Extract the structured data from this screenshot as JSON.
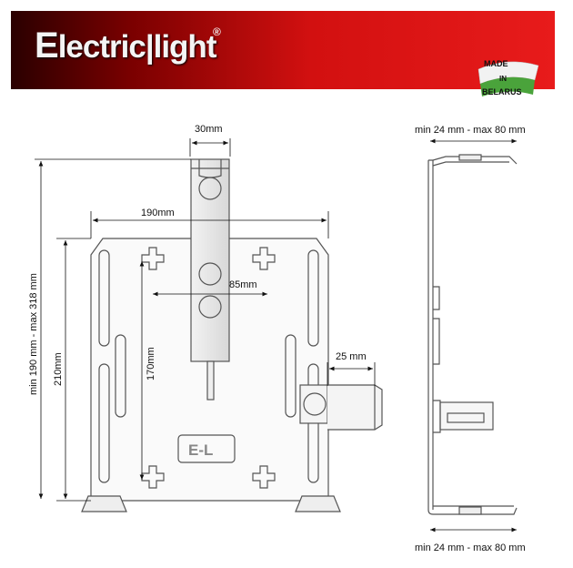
{
  "brand": {
    "first_letter": "E",
    "rest": "lectric",
    "second_word": "light",
    "registered": "®"
  },
  "badge": {
    "line1": "MADE",
    "line2": "IN",
    "line3": "BELARUS"
  },
  "front_view": {
    "dim_top_width": "30mm",
    "dim_plate_width": "190mm",
    "dim_hole_spacing": "85mm",
    "dim_hole_height": "170mm",
    "dim_plate_height": "210mm",
    "dim_total_height": "min 190 mm - max 318 mm",
    "dim_clamp_depth": "25 mm",
    "logo_mark": "E-L"
  },
  "side_view": {
    "dim_top": "min 24 mm - max 80 mm",
    "dim_bottom": "min 24 mm - max 80 mm"
  },
  "colors": {
    "banner_red": "#e81b1b",
    "banner_dark": "#2a0000",
    "line": "#555555"
  }
}
